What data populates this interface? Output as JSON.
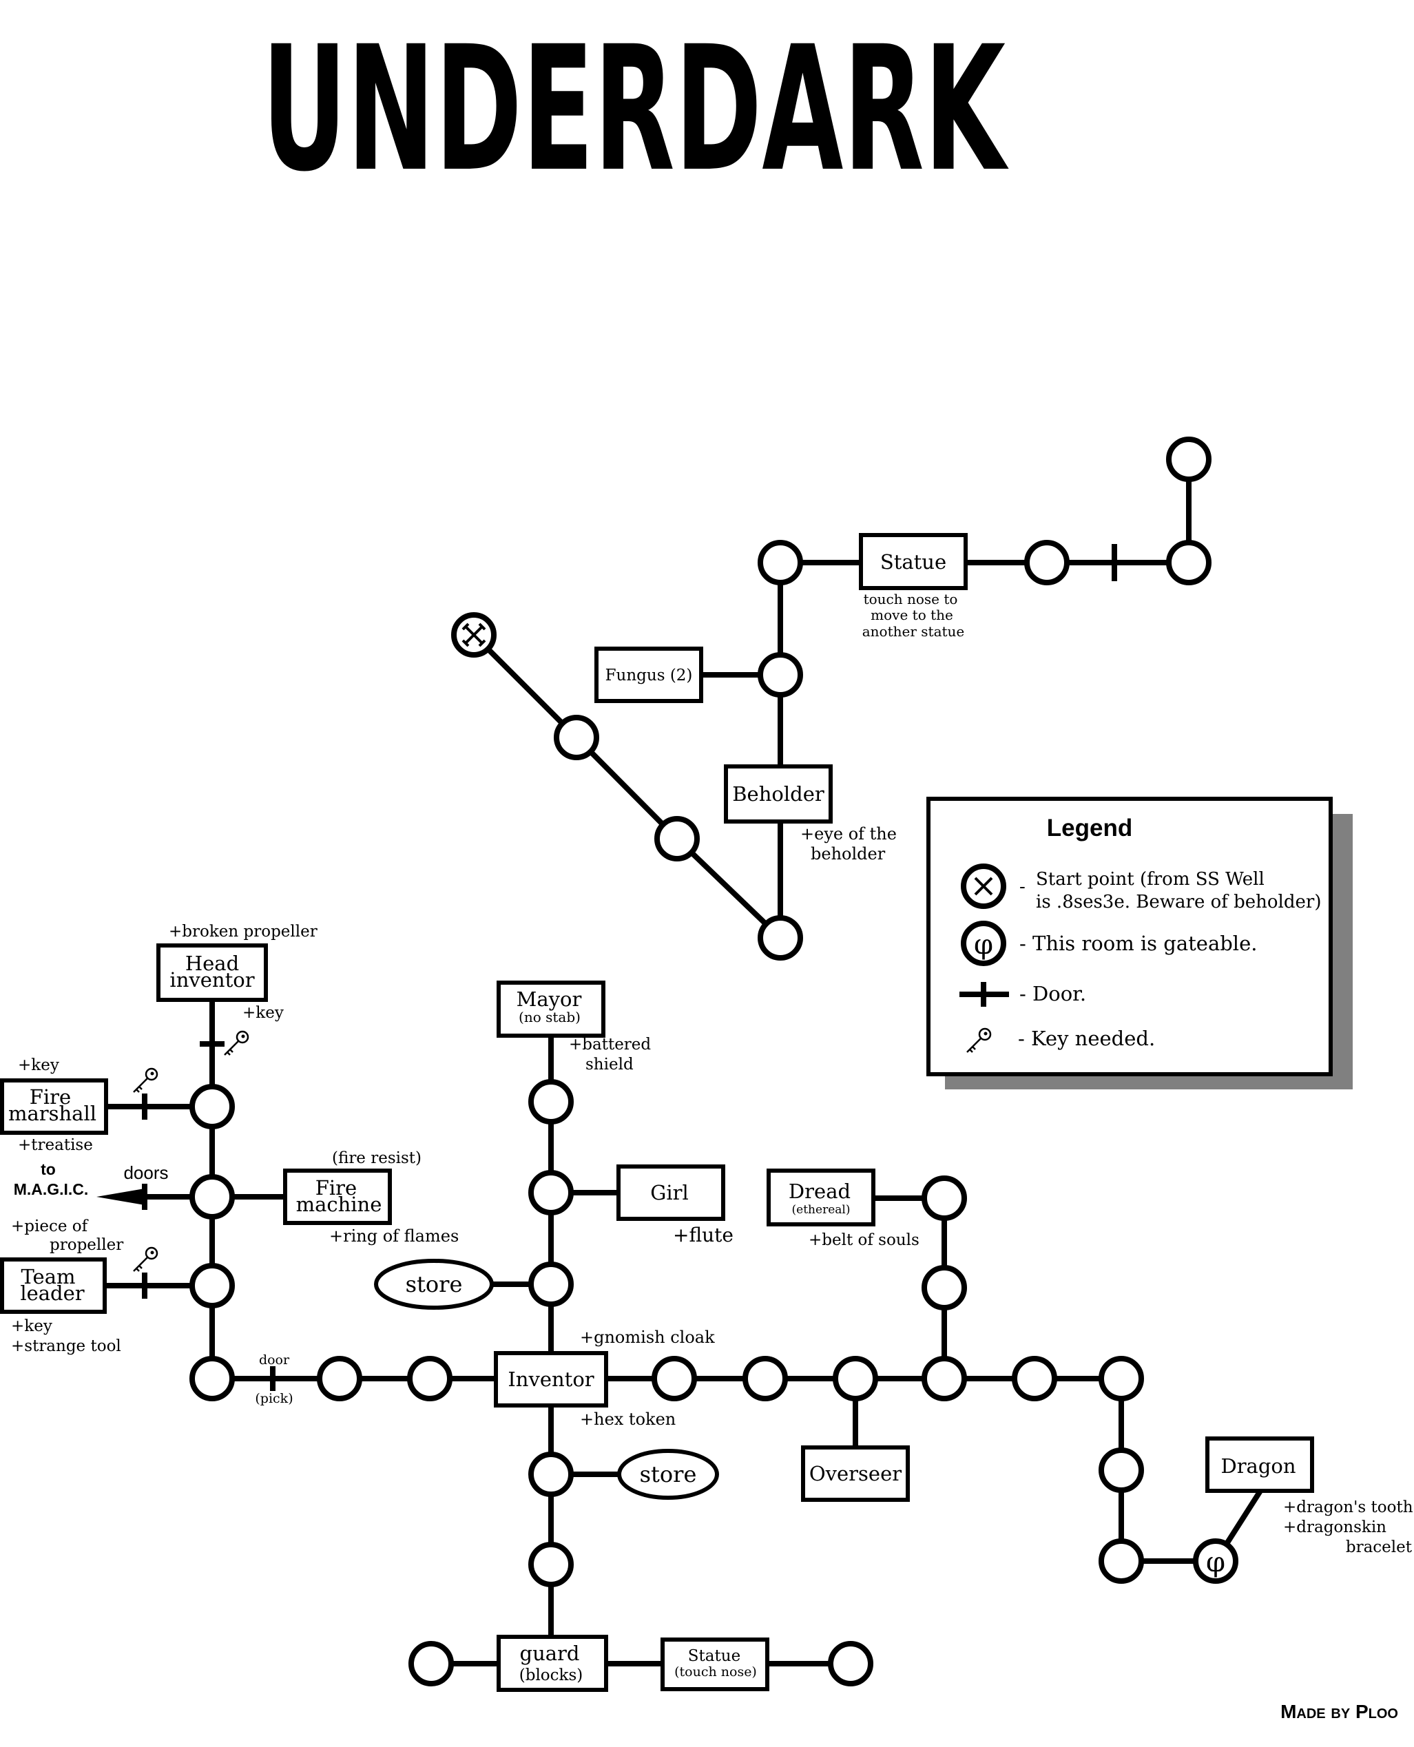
{
  "title": "UNDERDARK",
  "credit": "Made by Ploo",
  "exit": {
    "line1": "to",
    "line2": "M.A.G.I.C.",
    "doors_label": "doors"
  },
  "rooms": {
    "statue_top": {
      "label": "Statue"
    },
    "fungus": {
      "label": "Fungus (2)"
    },
    "beholder": {
      "label": "Beholder"
    },
    "head_inventor": {
      "line1": "Head",
      "line2": "inventor"
    },
    "fire_marshall": {
      "line1": "Fire",
      "line2": "marshall"
    },
    "fire_machine": {
      "line1": "Fire",
      "line2": "machine"
    },
    "team_leader": {
      "line1": "Team",
      "line2": "leader"
    },
    "mayor": {
      "line1": "Mayor",
      "line2": "(no stab)"
    },
    "girl": {
      "label": "Girl"
    },
    "dread": {
      "line1": "Dread",
      "line2": "(ethereal)"
    },
    "inventor": {
      "label": "Inventor"
    },
    "overseer": {
      "label": "Overseer"
    },
    "dragon": {
      "label": "Dragon"
    },
    "guard": {
      "line1": "guard",
      "line2": "(blocks)"
    },
    "statue_bottom": {
      "line1": "Statue",
      "line2": "(touch nose)"
    },
    "store_left": {
      "label": "store"
    },
    "store_right": {
      "label": "store"
    }
  },
  "notes": {
    "statue_top": [
      "touch nose to",
      "move to the",
      "another statue"
    ],
    "beholder": [
      "+eye of the",
      "beholder"
    ],
    "head_inventor_above": "+broken propeller",
    "head_inventor_key": "+key",
    "fire_marshall_above": "+key",
    "fire_marshall_below": "+treatise",
    "fire_machine_above": "(fire resist)",
    "fire_machine_below": "+ring of flames",
    "team_leader_above": [
      "+piece of",
      "propeller"
    ],
    "team_leader_below": [
      "+key",
      "+strange tool"
    ],
    "mayor": [
      "+battered",
      "shield"
    ],
    "girl": "+flute",
    "dread": "+belt of souls",
    "inventor_above": "+gnomish cloak",
    "inventor_below": "+hex token",
    "door_pick": {
      "top": "door",
      "bottom": "(pick)"
    },
    "dragon": [
      "+dragon's tooth",
      "+dragonskin",
      "bracelet"
    ]
  },
  "legend": {
    "title": "Legend",
    "start": {
      "line1": "Start point (from SS Well",
      "line2": "is .8ses3e. Beware of beholder)"
    },
    "gate": "- This room is gateable.",
    "door": "- Door.",
    "key": "- Key needed.",
    "dash": "-",
    "gate_symbol": "φ"
  },
  "colors": {
    "ink": "#000000",
    "paper": "#ffffff",
    "shadow": "#808080"
  },
  "icons": {
    "start": "crossed-swords-icon",
    "gate": "phi-icon",
    "door": "door-tick-icon",
    "key": "key-icon"
  }
}
